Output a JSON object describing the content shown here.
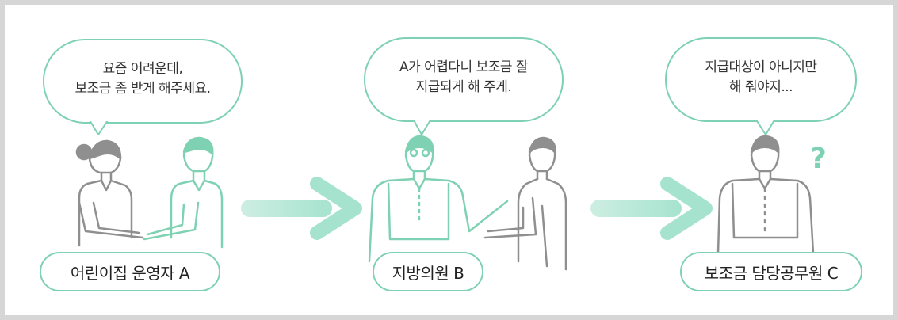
{
  "scenes": [
    {
      "speech": [
        "요즘 어려운데,",
        "보조금 좀 받게 해주세요."
      ],
      "label": "어린이집 운영자 A"
    },
    {
      "speech": [
        "A가 어렵다니 보조금 잘",
        "지급되게 해 주게."
      ],
      "label": "지방의원 B"
    },
    {
      "speech": [
        "지급대상이 아니지만",
        "해 줘야지..."
      ],
      "label": "보조금 담당공무원 C",
      "mark": "?"
    }
  ],
  "colors": {
    "accent": "#7fd1b3",
    "figure": "#8f8f8f",
    "arrow": "#a6e3cf",
    "border": "#d6d6d6"
  }
}
